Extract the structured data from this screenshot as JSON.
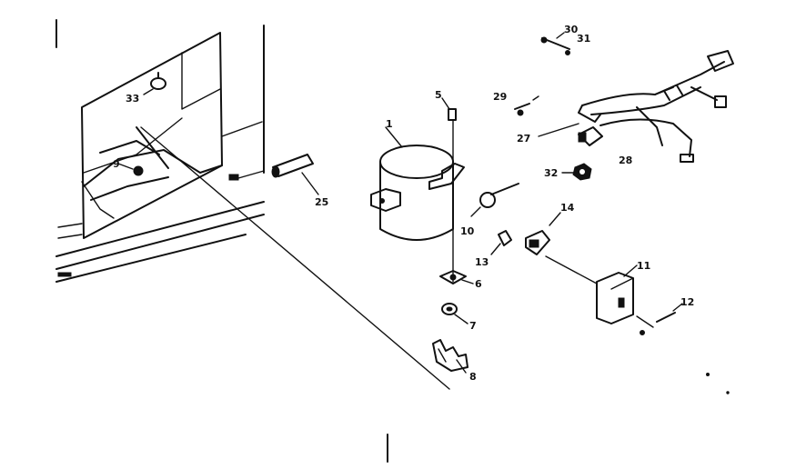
{
  "callouts": [
    {
      "id": "c33",
      "text": "33"
    },
    {
      "id": "c9",
      "text": "9"
    },
    {
      "id": "c25",
      "text": "25"
    },
    {
      "id": "c5",
      "text": "5"
    },
    {
      "id": "c1",
      "text": "1"
    },
    {
      "id": "c29",
      "text": "29"
    },
    {
      "id": "c30",
      "text": "30"
    },
    {
      "id": "c31",
      "text": "31"
    },
    {
      "id": "c27",
      "text": "27"
    },
    {
      "id": "c28",
      "text": "28"
    },
    {
      "id": "c32",
      "text": "32"
    },
    {
      "id": "c10",
      "text": "10"
    },
    {
      "id": "c14",
      "text": "14"
    },
    {
      "id": "c13",
      "text": "13"
    },
    {
      "id": "c6",
      "text": "6"
    },
    {
      "id": "c7",
      "text": "7"
    },
    {
      "id": "c8",
      "text": "8"
    },
    {
      "id": "c11",
      "text": "11"
    },
    {
      "id": "c12",
      "text": "12"
    }
  ]
}
